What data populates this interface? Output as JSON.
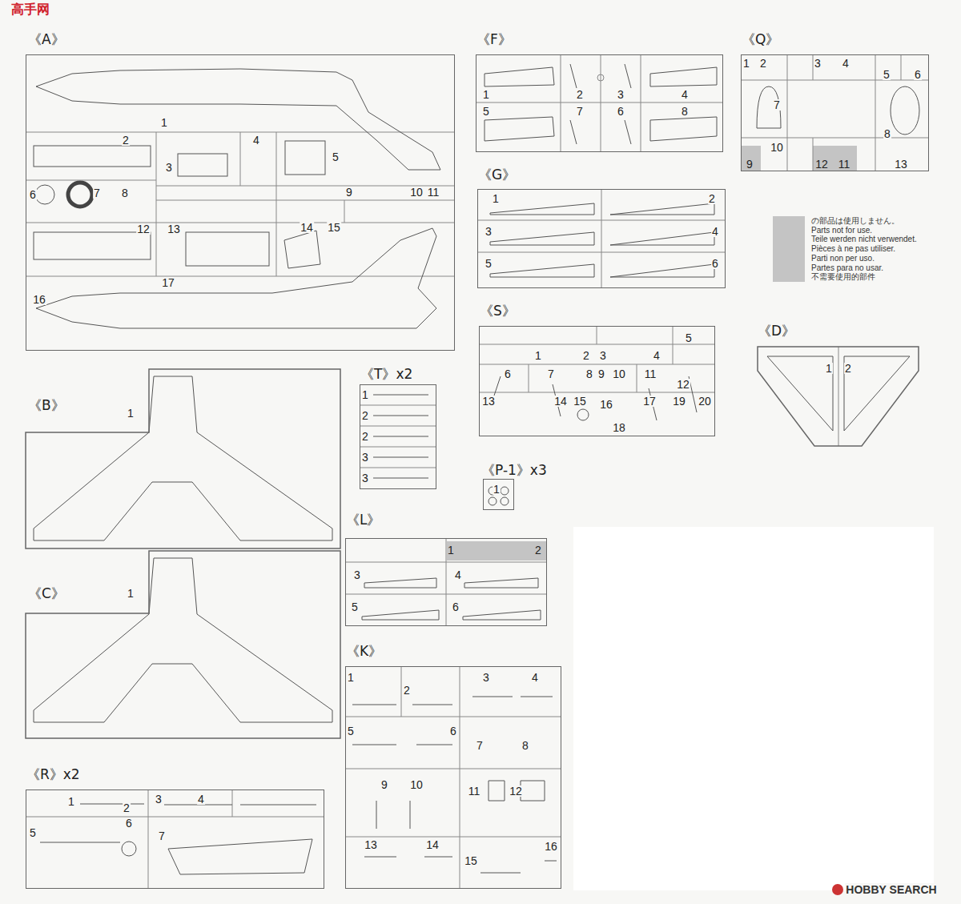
{
  "diagram": {
    "nodes": [
      {
        "text": [
          "《A》"
        ]
      },
      {
        "text": [
          "《F》"
        ]
      },
      {
        "text": [
          "《Q》"
        ]
      },
      {
        "text": [
          "《G》"
        ]
      },
      {
        "text": [
          "《S》"
        ]
      },
      {
        "text": [
          "《D》"
        ]
      },
      {
        "text": [
          "《B》"
        ]
      },
      {
        "text": [
          "《T》x2"
        ]
      },
      {
        "text": [
          "《P-1》x3"
        ]
      },
      {
        "text": [
          "《L》"
        ]
      },
      {
        "text": [
          "《C》"
        ]
      },
      {
        "text": [
          "《K》"
        ]
      },
      {
        "text": [
          "《R》x2"
        ]
      }
    ],
    "labels": [
      "高手网",
      "1",
      "2",
      "3",
      "4",
      "5",
      "6",
      "7",
      "8",
      "9",
      "10",
      "11",
      "12",
      "13",
      "14",
      "15",
      "16",
      "17",
      "1",
      "2",
      "3",
      "4",
      "5",
      "6",
      "7",
      "8",
      "1",
      "2",
      "3",
      "4",
      "5",
      "6",
      "7",
      "8",
      "9",
      "10",
      "11",
      "12",
      "13",
      "1",
      "2",
      "3",
      "4",
      "5",
      "6",
      "1",
      "2",
      "3",
      "4",
      "5",
      "6",
      "7",
      "8",
      "9",
      "10",
      "11",
      "12",
      "13",
      "14",
      "15",
      "16",
      "17",
      "18",
      "19",
      "20",
      "1",
      "2",
      "1",
      "1",
      "2",
      "2",
      "3",
      "3",
      "1",
      "1",
      "2",
      "3",
      "4",
      "5",
      "6",
      "1",
      "1",
      "2",
      "3",
      "4",
      "5",
      "6",
      "7",
      "8",
      "9",
      "10",
      "11",
      "12",
      "13",
      "14",
      "15",
      "16",
      "1",
      "2",
      "3",
      "4",
      "5",
      "6",
      "7",
      "HOBBY SEARCH"
    ],
    "legend": [
      {
        "text": "の部品は使用しません。",
        "color": "#c4c4c4"
      },
      {
        "text": "Parts not for use.",
        "color": "#c4c4c4"
      },
      {
        "text": "Teile werden nicht verwendet.",
        "color": "#c4c4c4"
      },
      {
        "text": "Pièces à ne pas utiliser.",
        "color": "#c4c4c4"
      },
      {
        "text": "Parti non per uso.",
        "color": "#c4c4c4"
      },
      {
        "text": "Partes para no usar.",
        "color": "#c4c4c4"
      },
      {
        "text": "不需要使用的部件",
        "color": "#c4c4c4"
      }
    ]
  }
}
